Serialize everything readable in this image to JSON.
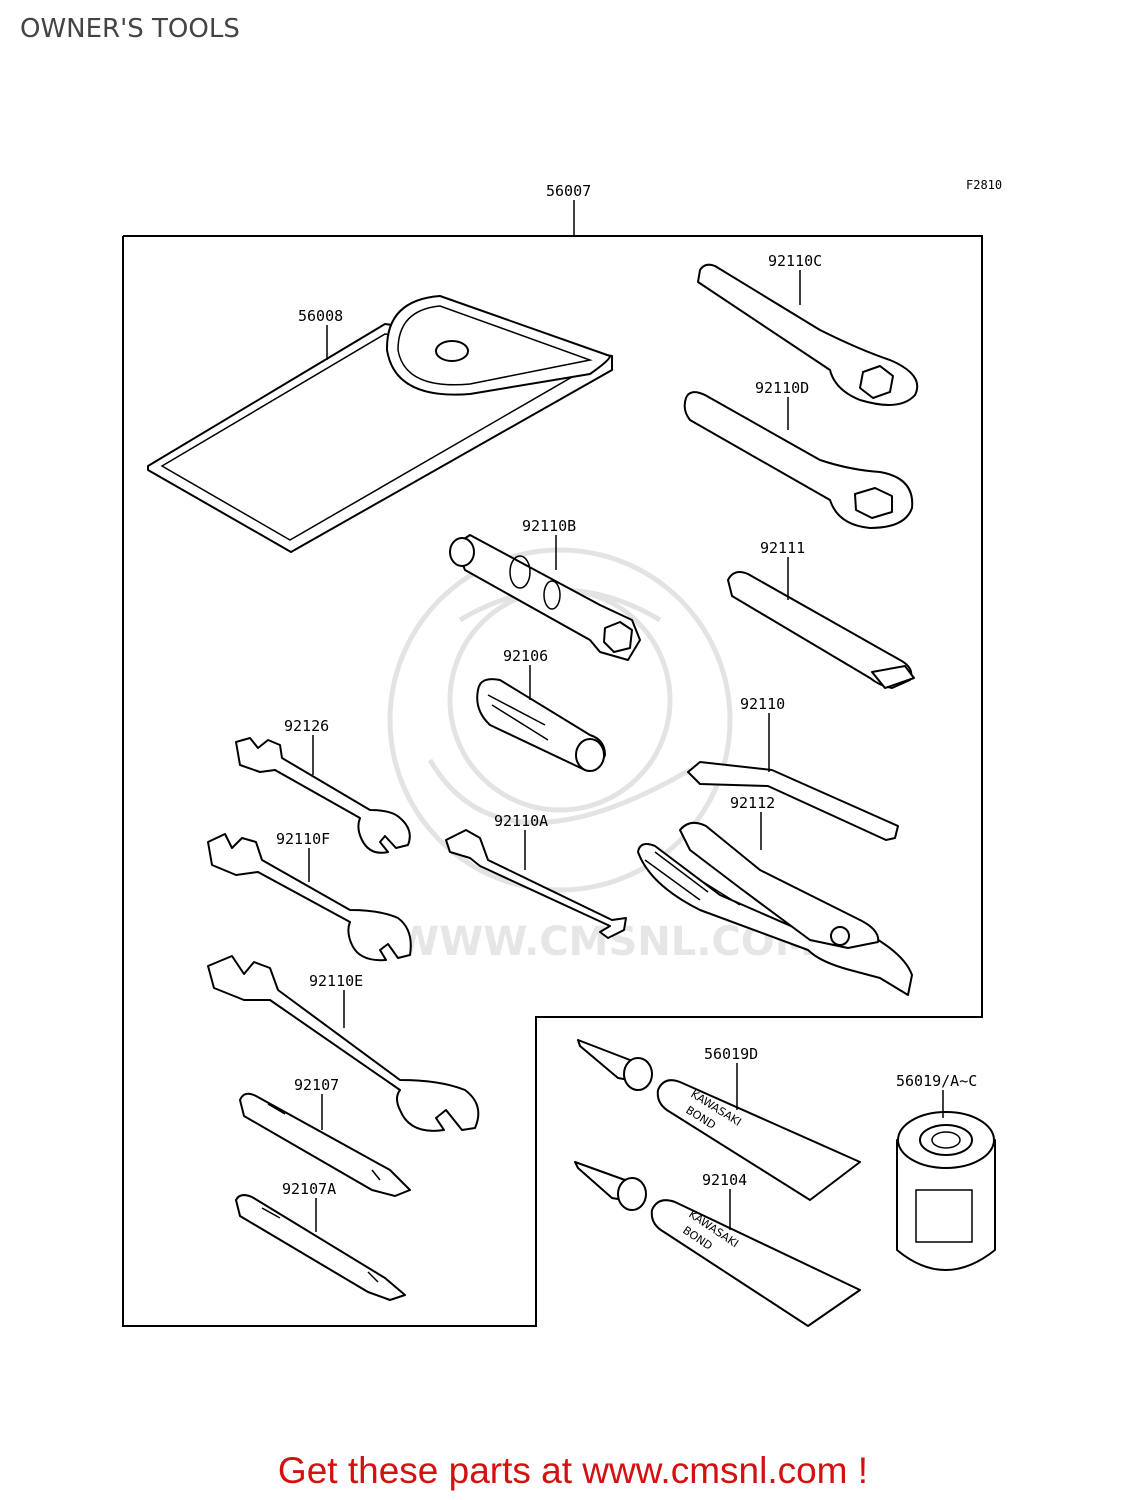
{
  "page_title": "OWNER'S TOOLS",
  "figure_ref": "F2810",
  "watermark": "WWW.CMSNL.COM",
  "footer_text": "Get these parts at www.cmsnl.com !",
  "colors": {
    "footer": "#d41010",
    "title": "#444444",
    "watermark": "#e3e3e3"
  },
  "parts": {
    "tool_kit": "56007",
    "tool_bag": "56008",
    "wrench_ring_c": "92110C",
    "wrench_ring_d": "92110D",
    "spark_plug_wrench": "92110B",
    "tool_handle_bar": "92111",
    "socket_tool": "92106",
    "hex_wrench": "92110",
    "wrench_92126": "92126",
    "wrench_92110f": "92110F",
    "wrench_92110a": "92110A",
    "pliers": "92112",
    "wrench_92110e": "92110E",
    "screwdriver_92107": "92107",
    "screwdriver_92107a": "92107A",
    "bond_tube_56019d": "56019D",
    "bond_can": "56019/A~C",
    "bond_tube_92104": "92104"
  },
  "tube_text": {
    "brand": "KAWASAKI",
    "product": "BOND"
  }
}
